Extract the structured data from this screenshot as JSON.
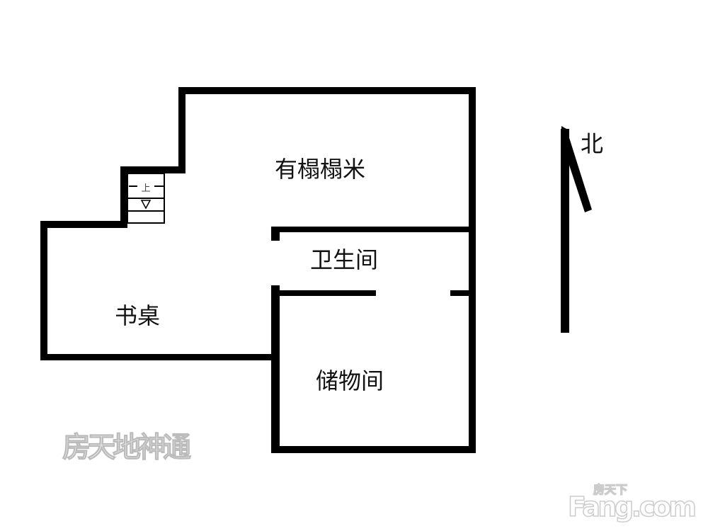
{
  "rooms": {
    "tatami": "有榻榻米",
    "bathroom": "卫生间",
    "desk": "书桌",
    "storage": "储物间"
  },
  "stairs": {
    "label": "上"
  },
  "compass": {
    "north": "北"
  },
  "watermark": "房天地神通",
  "logo": {
    "brand": "Fang.com",
    "chinese": "房天下"
  },
  "colors": {
    "wall": "#000000",
    "background": "#ffffff"
  }
}
